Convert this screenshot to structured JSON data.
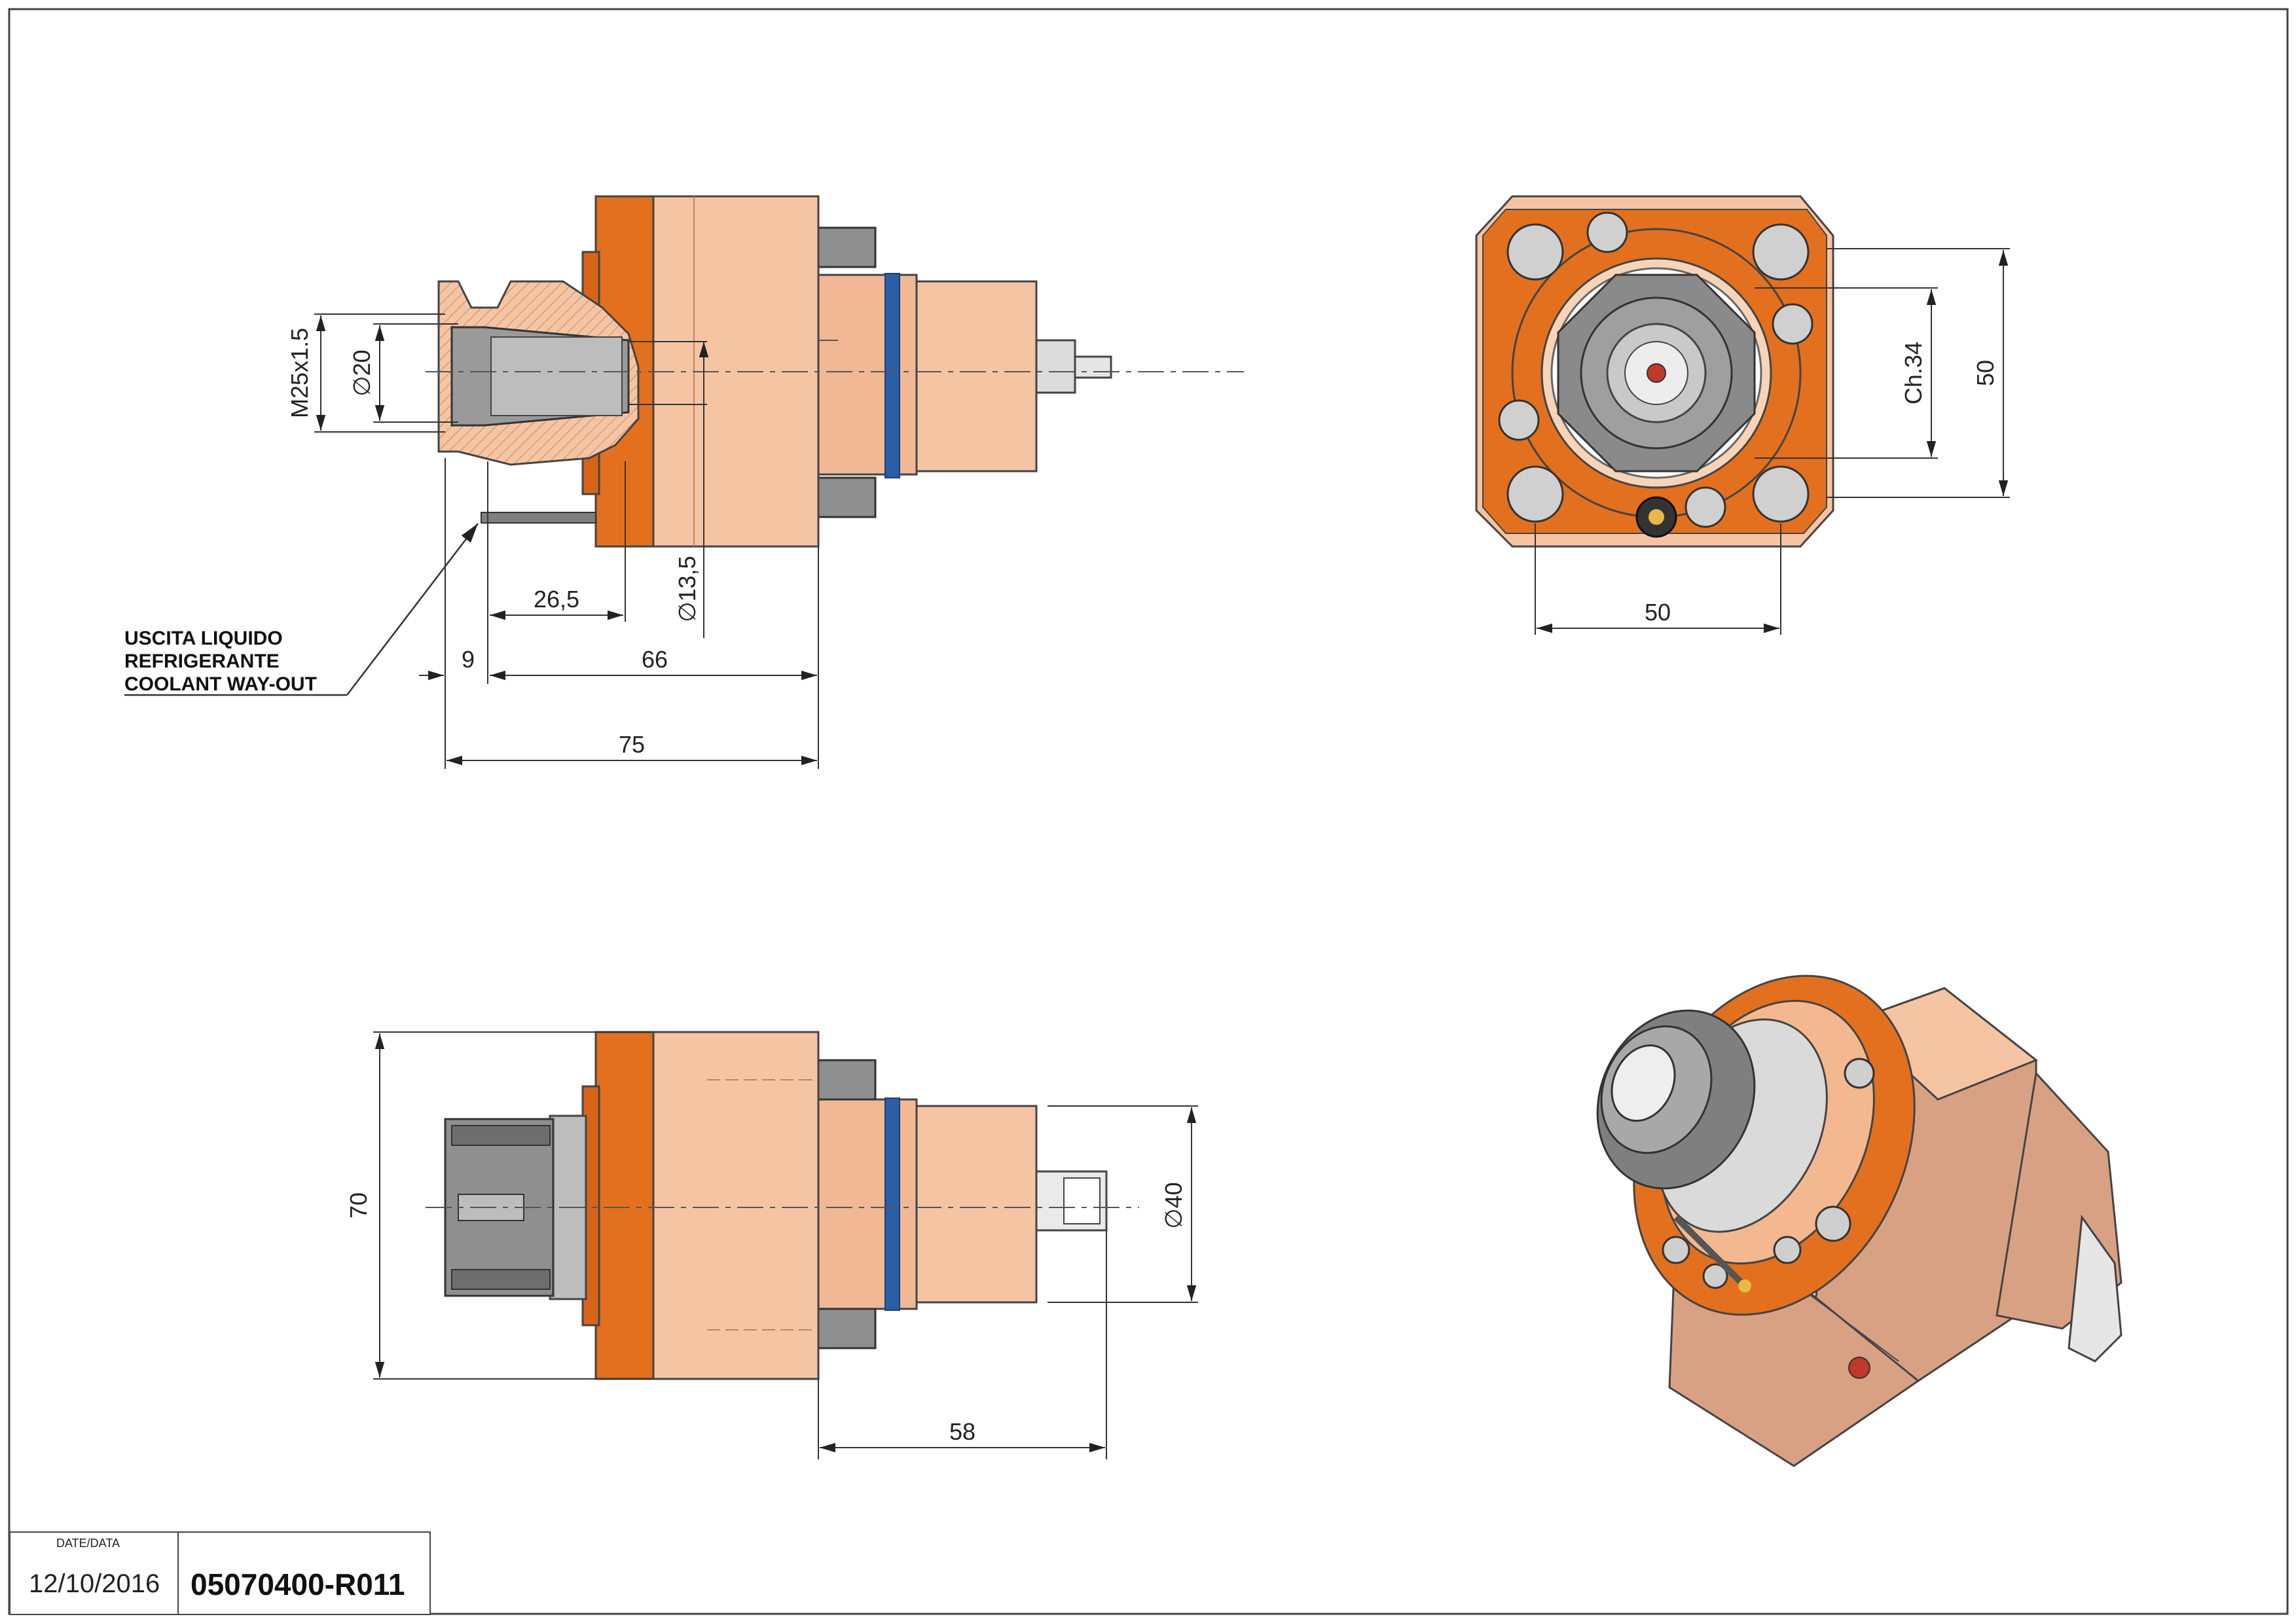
{
  "annotations": {
    "coolant_it_1": "USCITA LIQUIDO",
    "coolant_it_2": "REFRIGERANTE",
    "coolant_en": "COOLANT WAY-OUT"
  },
  "dimensions": {
    "top_view": {
      "thread": "M25x1.5",
      "d20": "∅20",
      "d13_5": "∅13,5",
      "l26_5": "26,5",
      "l9": "9",
      "l66": "66",
      "l75": "75"
    },
    "front_view": {
      "ch34": "Ch.34",
      "h50": "50",
      "w50": "50"
    },
    "side_view": {
      "h70": "70",
      "d40": "∅40",
      "l58": "58"
    }
  },
  "title_block": {
    "date_label": "DATE/DATA",
    "date": "12/10/2016",
    "code": "05070400-R011"
  },
  "colors": {
    "flange_orange": "#E3701E",
    "body_peach": "#F5C5A3",
    "body_shadow": "#D9A183",
    "oring_blue": "#2A5FA8",
    "steel_grey": "#9A9A9A",
    "dark_grey": "#555555"
  }
}
